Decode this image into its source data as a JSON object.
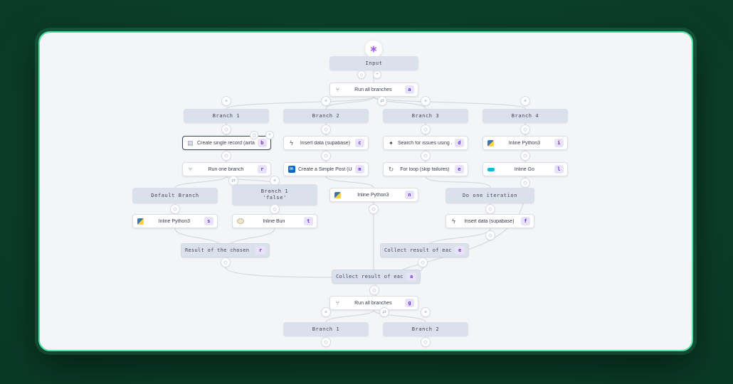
{
  "nodes": {
    "input": {
      "label": "Input"
    },
    "run_all_top": {
      "label": "Run all branches",
      "badge": "a"
    },
    "branch1": {
      "label": "Branch 1"
    },
    "branch2": {
      "label": "Branch 2"
    },
    "branch3": {
      "label": "Branch 3"
    },
    "branch4": {
      "label": "Branch 4"
    },
    "airtable": {
      "label": "Create single record (airtable)",
      "badge": "b"
    },
    "supabase1": {
      "label": "Insert data (supabase)",
      "badge": "c"
    },
    "jql": {
      "label": "Search for issues using JQL (...",
      "badge": "d"
    },
    "python_b4": {
      "label": "Inline Python3",
      "badge": "i"
    },
    "run_one": {
      "label": "Run one branch",
      "badge": "r"
    },
    "linkedin_post": {
      "label": "Create a Simple Post (User) (...",
      "badge": "m"
    },
    "for_loop": {
      "label": "For loop (skip failures)",
      "badge": "e"
    },
    "inline_go": {
      "label": "Inline Go",
      "badge": "l"
    },
    "default_branch": {
      "label": "Default Branch"
    },
    "branch1_false": {
      "label": "Branch 1",
      "sublabel": "'false'"
    },
    "python_default": {
      "label": "Inline Python3",
      "badge": "s"
    },
    "inline_bun": {
      "label": "Inline Bun",
      "badge": "t"
    },
    "python_mid": {
      "label": "Inline Python3",
      "badge": "n"
    },
    "do_iteration": {
      "label": "Do one iteration"
    },
    "supabase2": {
      "label": "Insert data (supabase)",
      "badge": "f"
    },
    "result_chosen": {
      "label": "Result of the chosen branch",
      "badge": "r"
    },
    "collect_iter": {
      "label": "Collect result of each iterat",
      "badge": "e"
    },
    "collect_branch": {
      "label": "Collect result of each branch",
      "badge": "a"
    },
    "run_all_bottom": {
      "label": "Run all branches",
      "badge": "g"
    },
    "branch1_b": {
      "label": "Branch 1"
    },
    "branch2_b": {
      "label": "Branch 2"
    }
  },
  "glyphs": {
    "trigger": "∗",
    "diamond": "◇",
    "plus": "+",
    "close": "×",
    "swap": "⇄",
    "split": "⑂",
    "bolt": "ϟ",
    "jira": "✦",
    "loop": "↻",
    "grid": "▤",
    "copy": "◻",
    "linkedin_text": "in"
  },
  "colors": {
    "background": "#0a3a28",
    "panel": "#f4f5f7",
    "panel_border": "#4fe2a4",
    "node_header": "#dbe0ed",
    "badge_bg": "#e9e3fa",
    "badge_text": "#6d2fd8",
    "edge": "#d5d8df",
    "trigger_icon": "#a55cf0"
  }
}
